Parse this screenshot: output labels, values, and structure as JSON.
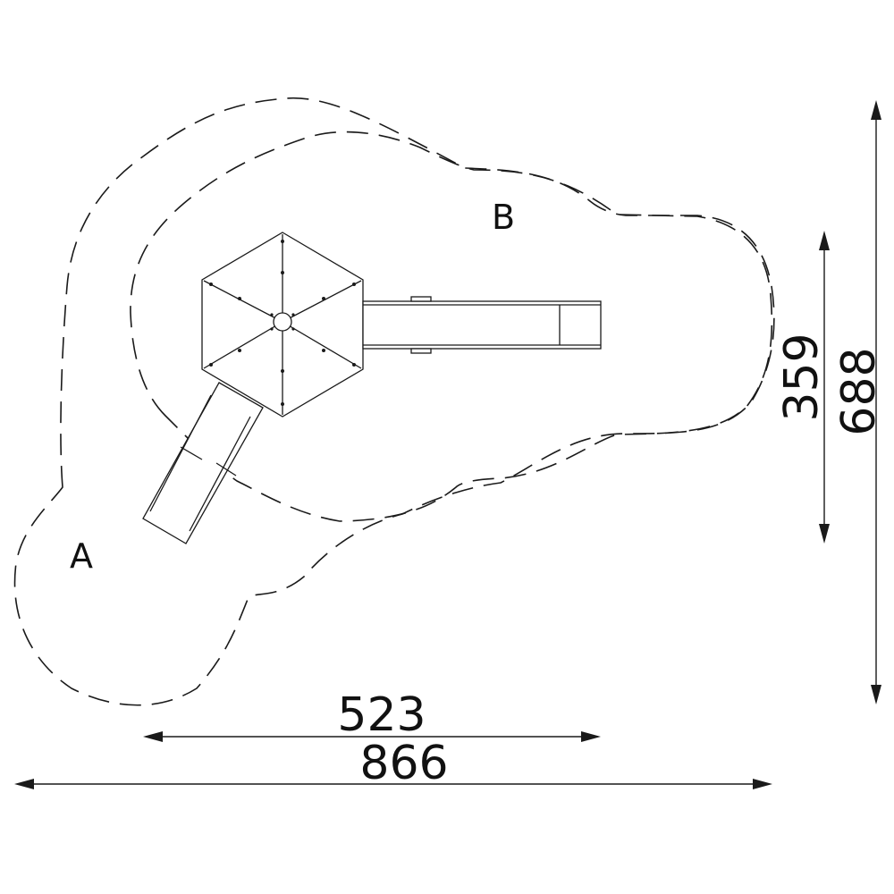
{
  "zones": {
    "outer_label": "A",
    "inner_label": "B"
  },
  "dimensions": {
    "inner_width": "523",
    "outer_width": "866",
    "inner_height": "359",
    "outer_height": "688"
  },
  "colors": {
    "line": "#1a1a1a",
    "background": "#ffffff"
  }
}
